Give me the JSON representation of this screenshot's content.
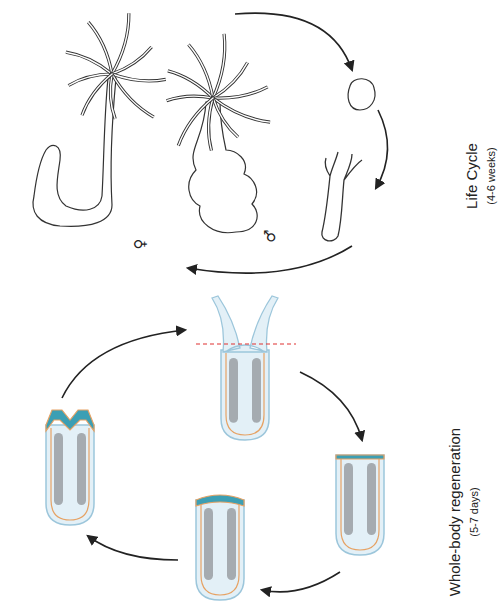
{
  "diagram": {
    "labels": [
      "Life Cycle",
      "(4-6 weeks)",
      "Whole-body regeneration",
      "(5-7 days)",
      "♀",
      "♂"
    ]
  }
}
